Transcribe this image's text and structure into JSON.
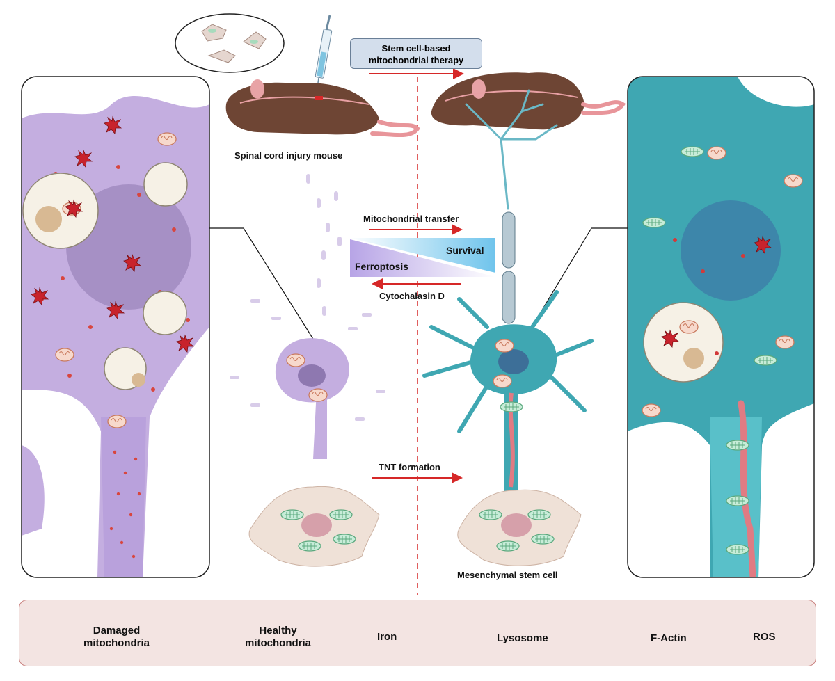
{
  "labels": {
    "therapy_line1": "Stem cell-based",
    "therapy_line2": "mitochondrial therapy",
    "injury_mouse": "Spinal cord injury mouse",
    "mito_transfer": "Mitochondrial transfer",
    "survival": "Survival",
    "ferroptosis": "Ferroptosis",
    "cytochalasin": "Cytochalasin D",
    "tnt_formation": "TNT formation",
    "msc": "Mesenchymal stem cell"
  },
  "legend": [
    {
      "icon": "damaged-mitochondria-icon",
      "line1": "Damaged",
      "line2": "mitochondria"
    },
    {
      "icon": "healthy-mitochondria-icon",
      "line1": "Healthy",
      "line2": "mitochondria"
    },
    {
      "icon": "iron-icon",
      "line1": "Iron",
      "line2": ""
    },
    {
      "icon": "lysosome-icon",
      "line1": "Lysosome",
      "line2": ""
    },
    {
      "icon": "f-actin-icon",
      "line1": "F-Actin",
      "line2": ""
    },
    {
      "icon": "ros-icon",
      "line1": "ROS",
      "line2": ""
    }
  ],
  "colors": {
    "injured_cell": "#c4aee0",
    "healthy_cell": "#3fa7b2",
    "arrow_red": "#d62828",
    "iron": "#d23a3a",
    "mouse_body": "#6e4534",
    "legend_bg": "#f3e4e2"
  }
}
